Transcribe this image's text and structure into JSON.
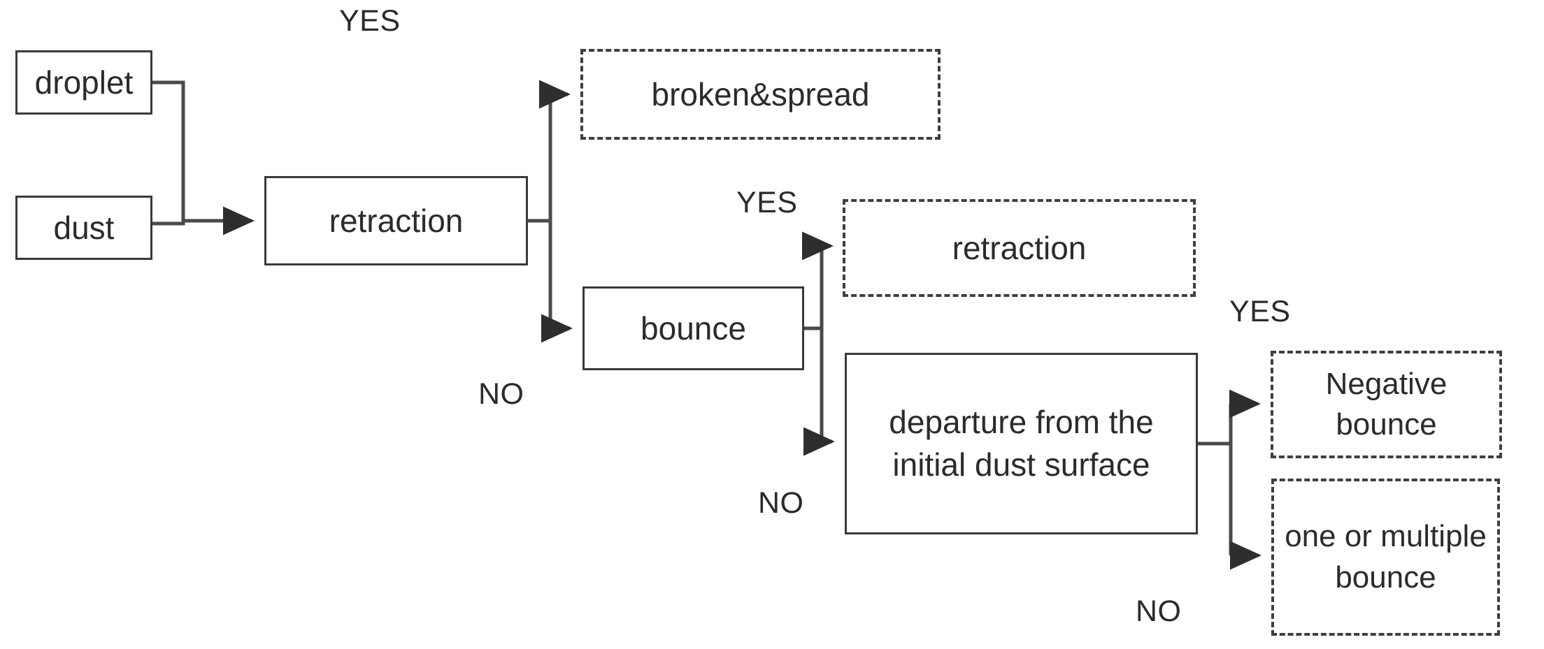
{
  "diagram": {
    "title": "droplet-dust impact outcome decision flowchart",
    "colors": {
      "background": "#ffffff",
      "box_stroke": "#3a3a3a",
      "dashed_stroke": "#3f3f3f",
      "text": "#2b2b2b"
    },
    "nodes": [
      {
        "id": "droplet",
        "label": "droplet",
        "style": "solid"
      },
      {
        "id": "dust",
        "label": "dust",
        "style": "solid"
      },
      {
        "id": "retraction",
        "label": "retraction",
        "style": "solid"
      },
      {
        "id": "broken",
        "label": "broken&spread",
        "style": "dashed"
      },
      {
        "id": "bounce",
        "label": "bounce",
        "style": "solid"
      },
      {
        "id": "retraction2",
        "label": "retraction",
        "style": "dashed"
      },
      {
        "id": "departure",
        "label": "departure from the initial dust surface",
        "style": "solid"
      },
      {
        "id": "negative",
        "label": "Negative bounce",
        "style": "dashed"
      },
      {
        "id": "multiple",
        "label": "one or multiple bounce",
        "style": "dashed"
      }
    ],
    "edge_labels": [
      {
        "id": "yes1",
        "text": "YES"
      },
      {
        "id": "yes2",
        "text": "YES"
      },
      {
        "id": "yes3",
        "text": "YES"
      },
      {
        "id": "no1",
        "text": "NO"
      },
      {
        "id": "no2",
        "text": "NO"
      },
      {
        "id": "no3",
        "text": "NO"
      }
    ],
    "edges": [
      {
        "from": "droplet",
        "to": "retraction",
        "label": ""
      },
      {
        "from": "dust",
        "to": "retraction",
        "label": ""
      },
      {
        "from": "retraction",
        "to": "broken",
        "label": "YES"
      },
      {
        "from": "retraction",
        "to": "bounce",
        "label": "NO"
      },
      {
        "from": "bounce",
        "to": "retraction2",
        "label": "YES"
      },
      {
        "from": "bounce",
        "to": "departure",
        "label": "NO"
      },
      {
        "from": "departure",
        "to": "negative",
        "label": "YES"
      },
      {
        "from": "departure",
        "to": "multiple",
        "label": "NO"
      }
    ]
  }
}
